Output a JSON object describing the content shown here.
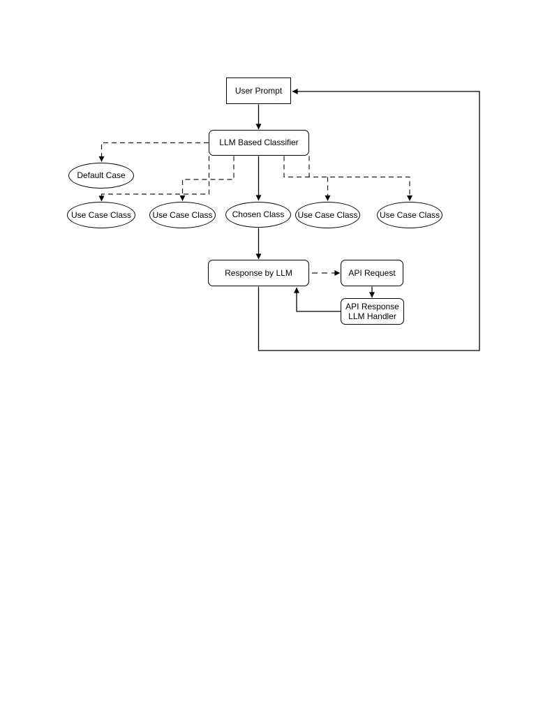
{
  "page": {
    "background": "#ffffff"
  },
  "diagram": {
    "colors": {
      "stroke": "#000000",
      "node_fill": "#ffffff",
      "text": "#000000"
    },
    "nodes": {
      "user_prompt": {
        "label": "User Prompt",
        "shape": "rectangle"
      },
      "llm_classifier": {
        "label": "LLM Based Classifier",
        "shape": "rounded-rectangle"
      },
      "default_case": {
        "label": "Default Case",
        "shape": "ellipse"
      },
      "use_case_1": {
        "label": "Use Case Class",
        "shape": "ellipse"
      },
      "use_case_2": {
        "label": "Use Case Class",
        "shape": "ellipse"
      },
      "chosen_class": {
        "label": "Chosen Class",
        "shape": "ellipse"
      },
      "use_case_3": {
        "label": "Use Case Class",
        "shape": "ellipse"
      },
      "use_case_4": {
        "label": "Use Case Class",
        "shape": "ellipse"
      },
      "response_llm": {
        "label": "Response by LLM",
        "shape": "rounded-rectangle"
      },
      "api_request": {
        "label": "API Request",
        "shape": "rounded-rectangle"
      },
      "api_response": {
        "line1": "API Response",
        "line2": "LLM Handler",
        "shape": "rounded-rectangle"
      }
    },
    "edges": [
      {
        "from": "user_prompt",
        "to": "llm_classifier",
        "style": "solid"
      },
      {
        "from": "llm_classifier",
        "to": "chosen_class",
        "style": "solid"
      },
      {
        "from": "llm_classifier",
        "to": "default_case",
        "style": "dashed"
      },
      {
        "from": "llm_classifier",
        "to": "use_case_1",
        "style": "dashed"
      },
      {
        "from": "llm_classifier",
        "to": "use_case_2",
        "style": "dashed"
      },
      {
        "from": "llm_classifier",
        "to": "use_case_3",
        "style": "dashed"
      },
      {
        "from": "llm_classifier",
        "to": "use_case_4",
        "style": "dashed"
      },
      {
        "from": "chosen_class",
        "to": "response_llm",
        "style": "solid"
      },
      {
        "from": "response_llm",
        "to": "api_request",
        "style": "dashed"
      },
      {
        "from": "api_request",
        "to": "api_response",
        "style": "solid"
      },
      {
        "from": "api_response",
        "to": "response_llm",
        "style": "solid"
      },
      {
        "from": "response_llm",
        "to": "user_prompt",
        "style": "solid"
      }
    ]
  }
}
